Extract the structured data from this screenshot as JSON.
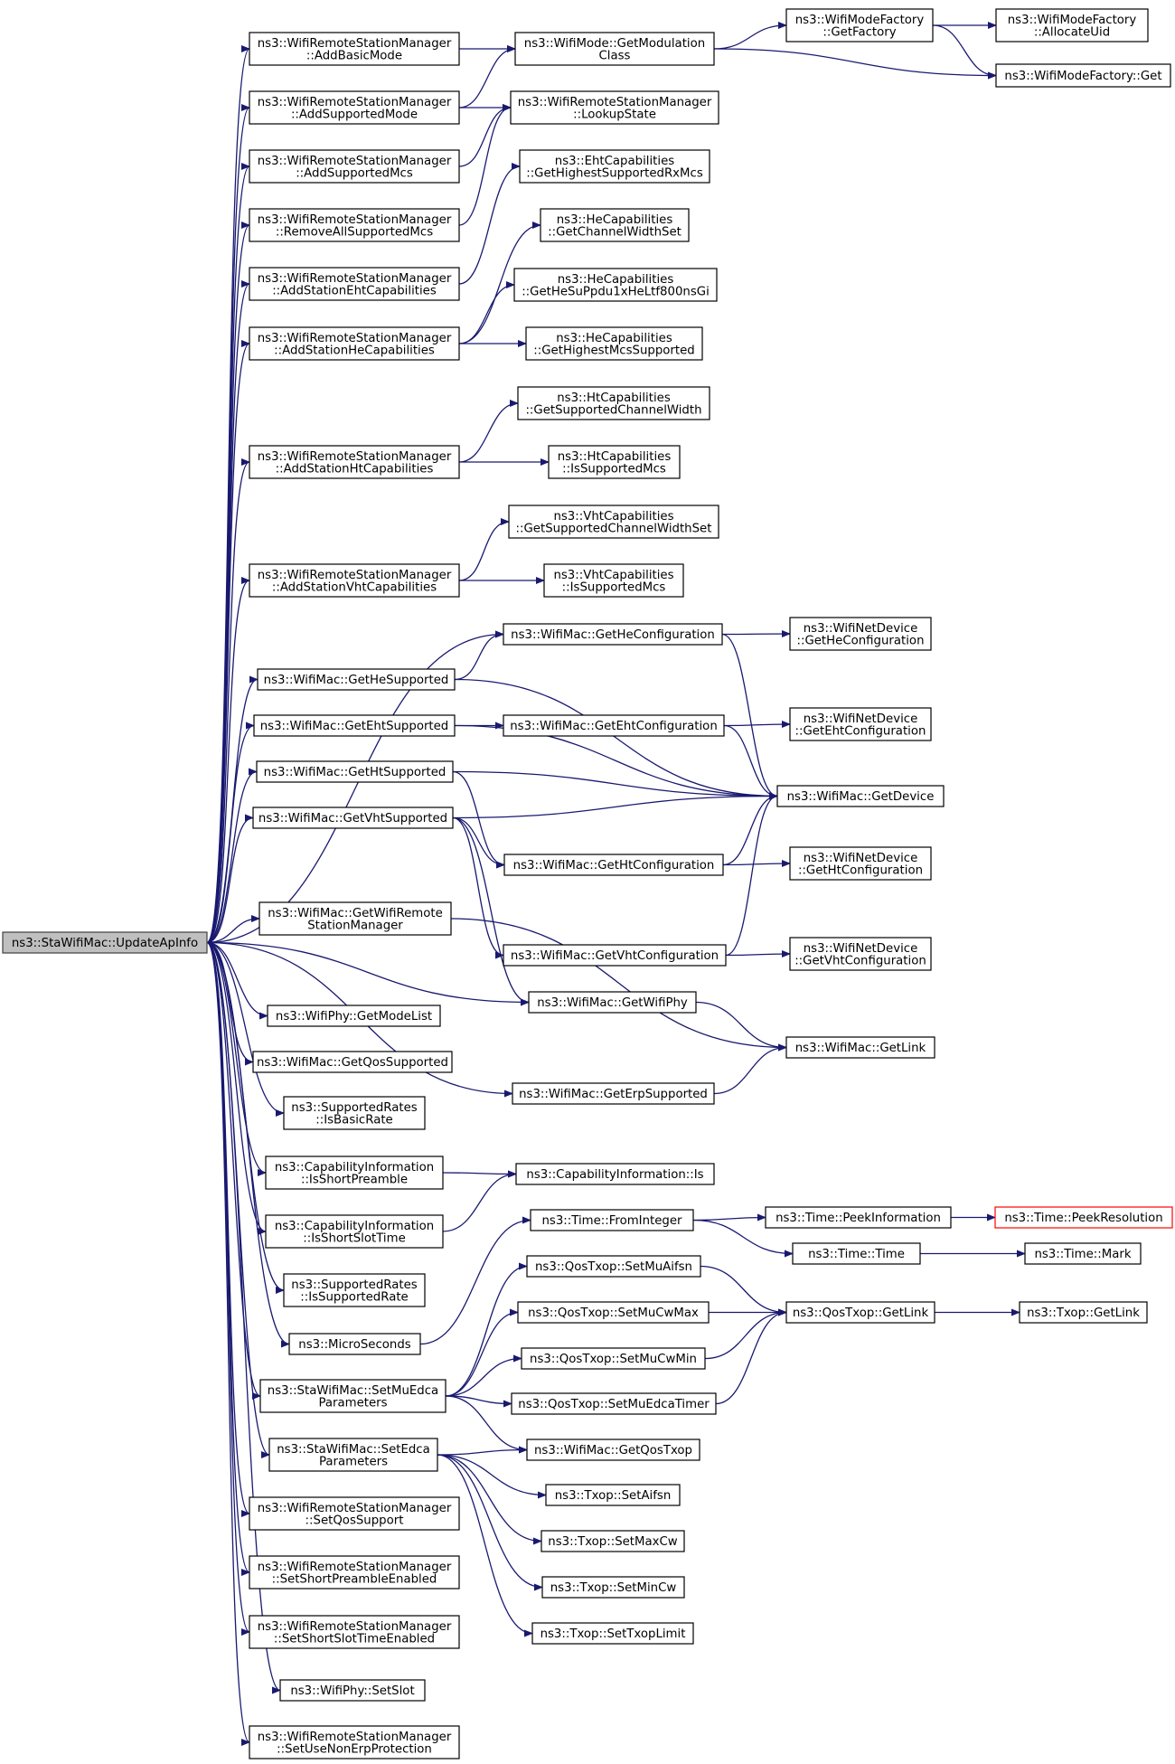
{
  "graph": {
    "root": "n_root",
    "colors": {
      "edge": "#191970",
      "node_border": "#000000",
      "root_fill": "#bfbfbf",
      "truncated_border": "#ff0000"
    },
    "nodes": [
      {
        "id": "n_root",
        "lines": [
          "ns3::StaWifiMac::UpdateApInfo"
        ],
        "kind": "root"
      },
      {
        "id": "n_addbasic",
        "lines": [
          "ns3::WifiRemoteStationManager",
          "::AddBasicMode"
        ]
      },
      {
        "id": "n_addsupmode",
        "lines": [
          "ns3::WifiRemoteStationManager",
          "::AddSupportedMode"
        ]
      },
      {
        "id": "n_addsupmcs",
        "lines": [
          "ns3::WifiRemoteStationManager",
          "::AddSupportedMcs"
        ]
      },
      {
        "id": "n_remallmcs",
        "lines": [
          "ns3::WifiRemoteStationManager",
          "::RemoveAllSupportedMcs"
        ]
      },
      {
        "id": "n_addeht",
        "lines": [
          "ns3::WifiRemoteStationManager",
          "::AddStationEhtCapabilities"
        ]
      },
      {
        "id": "n_addhe",
        "lines": [
          "ns3::WifiRemoteStationManager",
          "::AddStationHeCapabilities"
        ]
      },
      {
        "id": "n_addht",
        "lines": [
          "ns3::WifiRemoteStationManager",
          "::AddStationHtCapabilities"
        ]
      },
      {
        "id": "n_addvht",
        "lines": [
          "ns3::WifiRemoteStationManager",
          "::AddStationVhtCapabilities"
        ]
      },
      {
        "id": "n_getmod",
        "lines": [
          "ns3::WifiMode::GetModulation",
          "Class"
        ]
      },
      {
        "id": "n_lookup",
        "lines": [
          "ns3::WifiRemoteStationManager",
          "::LookupState"
        ]
      },
      {
        "id": "n_getfactory",
        "lines": [
          "ns3::WifiModeFactory",
          "::GetFactory"
        ]
      },
      {
        "id": "n_allocuid",
        "lines": [
          "ns3::WifiModeFactory",
          "::AllocateUid"
        ]
      },
      {
        "id": "n_factoryget",
        "lines": [
          "ns3::WifiModeFactory::Get"
        ]
      },
      {
        "id": "n_ehthighest",
        "lines": [
          "ns3::EhtCapabilities",
          "::GetHighestSupportedRxMcs"
        ]
      },
      {
        "id": "n_hechw",
        "lines": [
          "ns3::HeCapabilities",
          "::GetChannelWidthSet"
        ]
      },
      {
        "id": "n_hesu",
        "lines": [
          "ns3::HeCapabilities",
          "::GetHeSuPpdu1xHeLtf800nsGi"
        ]
      },
      {
        "id": "n_hehighest",
        "lines": [
          "ns3::HeCapabilities",
          "::GetHighestMcsSupported"
        ]
      },
      {
        "id": "n_htchw",
        "lines": [
          "ns3::HtCapabilities",
          "::GetSupportedChannelWidth"
        ]
      },
      {
        "id": "n_htmcs",
        "lines": [
          "ns3::HtCapabilities",
          "::IsSupportedMcs"
        ]
      },
      {
        "id": "n_vhtchw",
        "lines": [
          "ns3::VhtCapabilities",
          "::GetSupportedChannelWidthSet"
        ]
      },
      {
        "id": "n_vhtmcs",
        "lines": [
          "ns3::VhtCapabilities",
          "::IsSupportedMcs"
        ]
      },
      {
        "id": "n_getheconf",
        "lines": [
          "ns3::WifiMac::GetHeConfiguration"
        ]
      },
      {
        "id": "n_netheconf",
        "lines": [
          "ns3::WifiNetDevice",
          "::GetHeConfiguration"
        ]
      },
      {
        "id": "n_hesupp",
        "lines": [
          "ns3::WifiMac::GetHeSupported"
        ]
      },
      {
        "id": "n_ehtsupp",
        "lines": [
          "ns3::WifiMac::GetEhtSupported"
        ]
      },
      {
        "id": "n_getehtconf",
        "lines": [
          "ns3::WifiMac::GetEhtConfiguration"
        ]
      },
      {
        "id": "n_netehtconf",
        "lines": [
          "ns3::WifiNetDevice",
          "::GetEhtConfiguration"
        ]
      },
      {
        "id": "n_htsupp",
        "lines": [
          "ns3::WifiMac::GetHtSupported"
        ]
      },
      {
        "id": "n_getdevice",
        "lines": [
          "ns3::WifiMac::GetDevice"
        ]
      },
      {
        "id": "n_vhtsupp",
        "lines": [
          "ns3::WifiMac::GetVhtSupported"
        ]
      },
      {
        "id": "n_gethtconf",
        "lines": [
          "ns3::WifiMac::GetHtConfiguration"
        ]
      },
      {
        "id": "n_nethtconf",
        "lines": [
          "ns3::WifiNetDevice",
          "::GetHtConfiguration"
        ]
      },
      {
        "id": "n_getrsm",
        "lines": [
          "ns3::WifiMac::GetWifiRemote",
          "StationManager"
        ]
      },
      {
        "id": "n_getvhtconf",
        "lines": [
          "ns3::WifiMac::GetVhtConfiguration"
        ]
      },
      {
        "id": "n_netvhtconf",
        "lines": [
          "ns3::WifiNetDevice",
          "::GetVhtConfiguration"
        ]
      },
      {
        "id": "n_getphy",
        "lines": [
          "ns3::WifiMac::GetWifiPhy"
        ]
      },
      {
        "id": "n_modelist",
        "lines": [
          "ns3::WifiPhy::GetModeList"
        ]
      },
      {
        "id": "n_getlink",
        "lines": [
          "ns3::WifiMac::GetLink"
        ]
      },
      {
        "id": "n_qossupp",
        "lines": [
          "ns3::WifiMac::GetQosSupported"
        ]
      },
      {
        "id": "n_erpsupp",
        "lines": [
          "ns3::WifiMac::GetErpSupported"
        ]
      },
      {
        "id": "n_isbasic",
        "lines": [
          "ns3::SupportedRates",
          "::IsBasicRate"
        ]
      },
      {
        "id": "n_shortpre",
        "lines": [
          "ns3::CapabilityInformation",
          "::IsShortPreamble"
        ]
      },
      {
        "id": "n_capis",
        "lines": [
          "ns3::CapabilityInformation::Is"
        ]
      },
      {
        "id": "n_shortslot",
        "lines": [
          "ns3::CapabilityInformation",
          "::IsShortSlotTime"
        ]
      },
      {
        "id": "n_fromint",
        "lines": [
          "ns3::Time::FromInteger"
        ]
      },
      {
        "id": "n_peekinfo",
        "lines": [
          "ns3::Time::PeekInformation"
        ]
      },
      {
        "id": "n_peekres",
        "lines": [
          "ns3::Time::PeekResolution"
        ],
        "kind": "truncated"
      },
      {
        "id": "n_time",
        "lines": [
          "ns3::Time::Time"
        ]
      },
      {
        "id": "n_mark",
        "lines": [
          "ns3::Time::Mark"
        ]
      },
      {
        "id": "n_issuprate",
        "lines": [
          "ns3::SupportedRates",
          "::IsSupportedRate"
        ]
      },
      {
        "id": "n_muaifsn",
        "lines": [
          "ns3::QosTxop::SetMuAifsn"
        ]
      },
      {
        "id": "n_qosgetlink",
        "lines": [
          "ns3::QosTxop::GetLink"
        ]
      },
      {
        "id": "n_txopgetlink",
        "lines": [
          "ns3::Txop::GetLink"
        ]
      },
      {
        "id": "n_micro",
        "lines": [
          "ns3::MicroSeconds"
        ]
      },
      {
        "id": "n_mucwmax",
        "lines": [
          "ns3::QosTxop::SetMuCwMax"
        ]
      },
      {
        "id": "n_mucwmin",
        "lines": [
          "ns3::QosTxop::SetMuCwMin"
        ]
      },
      {
        "id": "n_setmuedca",
        "lines": [
          "ns3::StaWifiMac::SetMuEdca",
          "Parameters"
        ]
      },
      {
        "id": "n_muedcatimer",
        "lines": [
          "ns3::QosTxop::SetMuEdcaTimer"
        ]
      },
      {
        "id": "n_setedca",
        "lines": [
          "ns3::StaWifiMac::SetEdca",
          "Parameters"
        ]
      },
      {
        "id": "n_getqostxop",
        "lines": [
          "ns3::WifiMac::GetQosTxop"
        ]
      },
      {
        "id": "n_setaifsn",
        "lines": [
          "ns3::Txop::SetAifsn"
        ]
      },
      {
        "id": "n_setmaxcw",
        "lines": [
          "ns3::Txop::SetMaxCw"
        ]
      },
      {
        "id": "n_setmincw",
        "lines": [
          "ns3::Txop::SetMinCw"
        ]
      },
      {
        "id": "n_settxoplimit",
        "lines": [
          "ns3::Txop::SetTxopLimit"
        ]
      },
      {
        "id": "n_setqos",
        "lines": [
          "ns3::WifiRemoteStationManager",
          "::SetQosSupport"
        ]
      },
      {
        "id": "n_setshortpre",
        "lines": [
          "ns3::WifiRemoteStationManager",
          "::SetShortPreambleEnabled"
        ]
      },
      {
        "id": "n_setshortslot",
        "lines": [
          "ns3::WifiRemoteStationManager",
          "::SetShortSlotTimeEnabled"
        ]
      },
      {
        "id": "n_setslot",
        "lines": [
          "ns3::WifiPhy::SetSlot"
        ]
      },
      {
        "id": "n_setnonerp",
        "lines": [
          "ns3::WifiRemoteStationManager",
          "::SetUseNonErpProtection"
        ]
      }
    ],
    "edges": [
      [
        "n_root",
        "n_addbasic"
      ],
      [
        "n_root",
        "n_addsupmode"
      ],
      [
        "n_root",
        "n_addsupmcs"
      ],
      [
        "n_root",
        "n_remallmcs"
      ],
      [
        "n_root",
        "n_addeht"
      ],
      [
        "n_root",
        "n_addhe"
      ],
      [
        "n_root",
        "n_addht"
      ],
      [
        "n_root",
        "n_addvht"
      ],
      [
        "n_root",
        "n_getheconf"
      ],
      [
        "n_root",
        "n_hesupp"
      ],
      [
        "n_root",
        "n_ehtsupp"
      ],
      [
        "n_root",
        "n_htsupp"
      ],
      [
        "n_root",
        "n_vhtsupp"
      ],
      [
        "n_root",
        "n_getrsm"
      ],
      [
        "n_root",
        "n_getphy"
      ],
      [
        "n_root",
        "n_modelist"
      ],
      [
        "n_root",
        "n_qossupp"
      ],
      [
        "n_root",
        "n_erpsupp"
      ],
      [
        "n_root",
        "n_isbasic"
      ],
      [
        "n_root",
        "n_shortpre"
      ],
      [
        "n_root",
        "n_shortslot"
      ],
      [
        "n_root",
        "n_issuprate"
      ],
      [
        "n_root",
        "n_micro"
      ],
      [
        "n_root",
        "n_setmuedca"
      ],
      [
        "n_root",
        "n_setedca"
      ],
      [
        "n_root",
        "n_setqos"
      ],
      [
        "n_root",
        "n_setshortpre"
      ],
      [
        "n_root",
        "n_setshortslot"
      ],
      [
        "n_root",
        "n_setslot"
      ],
      [
        "n_root",
        "n_setnonerp"
      ],
      [
        "n_addbasic",
        "n_getmod"
      ],
      [
        "n_addsupmode",
        "n_getmod"
      ],
      [
        "n_addsupmode",
        "n_lookup"
      ],
      [
        "n_addsupmcs",
        "n_lookup"
      ],
      [
        "n_remallmcs",
        "n_lookup"
      ],
      [
        "n_getmod",
        "n_getfactory"
      ],
      [
        "n_getmod",
        "n_factoryget"
      ],
      [
        "n_getfactory",
        "n_allocuid"
      ],
      [
        "n_getfactory",
        "n_factoryget"
      ],
      [
        "n_addeht",
        "n_ehthighest"
      ],
      [
        "n_addhe",
        "n_hechw"
      ],
      [
        "n_addhe",
        "n_hesu"
      ],
      [
        "n_addhe",
        "n_hehighest"
      ],
      [
        "n_addht",
        "n_htchw"
      ],
      [
        "n_addht",
        "n_htmcs"
      ],
      [
        "n_addvht",
        "n_vhtchw"
      ],
      [
        "n_addvht",
        "n_vhtmcs"
      ],
      [
        "n_getheconf",
        "n_netheconf"
      ],
      [
        "n_getheconf",
        "n_getdevice"
      ],
      [
        "n_hesupp",
        "n_getheconf"
      ],
      [
        "n_hesupp",
        "n_getdevice"
      ],
      [
        "n_ehtsupp",
        "n_getehtconf"
      ],
      [
        "n_ehtsupp",
        "n_getdevice"
      ],
      [
        "n_getehtconf",
        "n_netehtconf"
      ],
      [
        "n_getehtconf",
        "n_getdevice"
      ],
      [
        "n_htsupp",
        "n_getdevice"
      ],
      [
        "n_htsupp",
        "n_gethtconf"
      ],
      [
        "n_vhtsupp",
        "n_getdevice"
      ],
      [
        "n_vhtsupp",
        "n_gethtconf"
      ],
      [
        "n_vhtsupp",
        "n_getvhtconf"
      ],
      [
        "n_vhtsupp",
        "n_getphy"
      ],
      [
        "n_gethtconf",
        "n_nethtconf"
      ],
      [
        "n_gethtconf",
        "n_getdevice"
      ],
      [
        "n_getvhtconf",
        "n_netvhtconf"
      ],
      [
        "n_getvhtconf",
        "n_getdevice"
      ],
      [
        "n_getrsm",
        "n_getlink"
      ],
      [
        "n_getphy",
        "n_getlink"
      ],
      [
        "n_erpsupp",
        "n_getlink"
      ],
      [
        "n_shortpre",
        "n_capis"
      ],
      [
        "n_shortslot",
        "n_capis"
      ],
      [
        "n_micro",
        "n_fromint"
      ],
      [
        "n_fromint",
        "n_peekinfo"
      ],
      [
        "n_fromint",
        "n_time"
      ],
      [
        "n_peekinfo",
        "n_peekres"
      ],
      [
        "n_time",
        "n_mark"
      ],
      [
        "n_setmuedca",
        "n_muaifsn"
      ],
      [
        "n_setmuedca",
        "n_mucwmax"
      ],
      [
        "n_setmuedca",
        "n_mucwmin"
      ],
      [
        "n_setmuedca",
        "n_muedcatimer"
      ],
      [
        "n_setmuedca",
        "n_getqostxop"
      ],
      [
        "n_muaifsn",
        "n_qosgetlink"
      ],
      [
        "n_mucwmax",
        "n_qosgetlink"
      ],
      [
        "n_mucwmin",
        "n_qosgetlink"
      ],
      [
        "n_muedcatimer",
        "n_qosgetlink"
      ],
      [
        "n_qosgetlink",
        "n_txopgetlink"
      ],
      [
        "n_setedca",
        "n_getqostxop"
      ],
      [
        "n_setedca",
        "n_setaifsn"
      ],
      [
        "n_setedca",
        "n_setmaxcw"
      ],
      [
        "n_setedca",
        "n_setmincw"
      ],
      [
        "n_setedca",
        "n_settxoplimit"
      ]
    ]
  }
}
